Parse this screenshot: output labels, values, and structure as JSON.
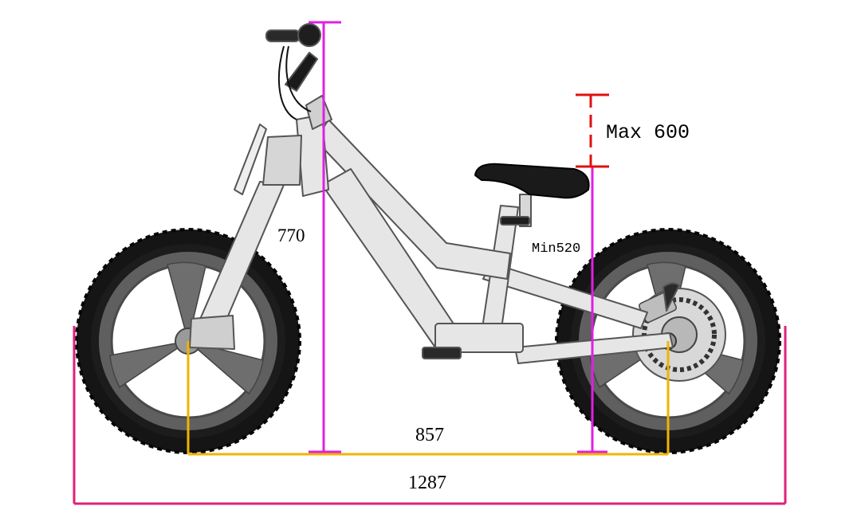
{
  "dimensions": {
    "handlebar_height": "770",
    "seat_height_min": "Min520",
    "seat_height_max": "Max 600",
    "wheelbase": "857",
    "overall_length": "1287"
  },
  "colors": {
    "handlebar_height_line": "#e020e0",
    "seat_height_line": "#e020e0",
    "seat_max_line": "#e01010",
    "wheelbase_line": "#f0b400",
    "overall_length_line": "#e0207a",
    "tire": "#141414",
    "rim": "#6e6e6e",
    "frame": "#e6e6e6",
    "frame_outline": "#555555"
  }
}
